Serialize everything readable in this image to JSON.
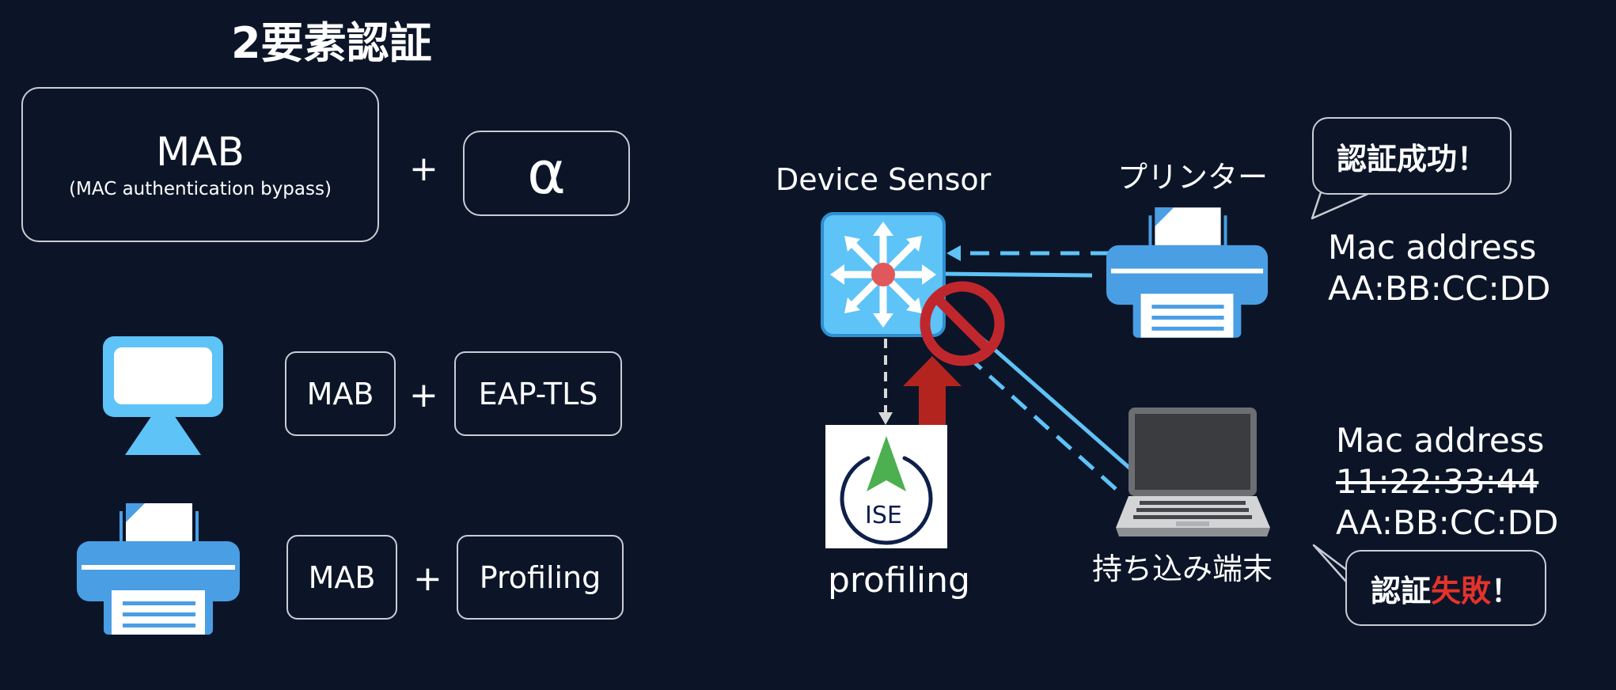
{
  "title": "2要素認証",
  "left": {
    "mab_title": "MAB",
    "mab_subtitle": "(MAC authentication bypass)",
    "plus": "+",
    "alpha": "α",
    "pc_row": {
      "left": "MAB",
      "plus": "+",
      "right": "EAP-TLS"
    },
    "printer_row": {
      "left": "MAB",
      "plus": "+",
      "right": "Profiling"
    }
  },
  "right": {
    "device_sensor_label": "Device Sensor",
    "printer_label": "プリンター",
    "success_bubble": "認証成功！",
    "printer_mac_label": "Mac address",
    "printer_mac_value": "AA:BB:CC:DD",
    "laptop_mac_label": "Mac address",
    "laptop_mac_old": "11:22:33:44",
    "laptop_mac_new": "AA:BB:CC:DD",
    "fail_bubble_prefix": "認証",
    "fail_bubble_highlight": "失敗",
    "fail_bubble_suffix": "！",
    "ise_logo_text": "ISE",
    "profiling_label": "profiling",
    "laptop_label": "持ち込み端末"
  },
  "colors": {
    "background": "#0c1528",
    "icon_blue": "#5ec3f7",
    "printer_blue": "#4a9ee4",
    "arrow_red": "#b3241f",
    "block_red": "#c0272d",
    "highlight_red": "#e4332b",
    "ise_green": "#4caf50"
  },
  "icons": [
    "monitor-icon",
    "printer-icon",
    "switch-icon",
    "ise-logo-icon",
    "laptop-icon",
    "prohibited-icon"
  ]
}
